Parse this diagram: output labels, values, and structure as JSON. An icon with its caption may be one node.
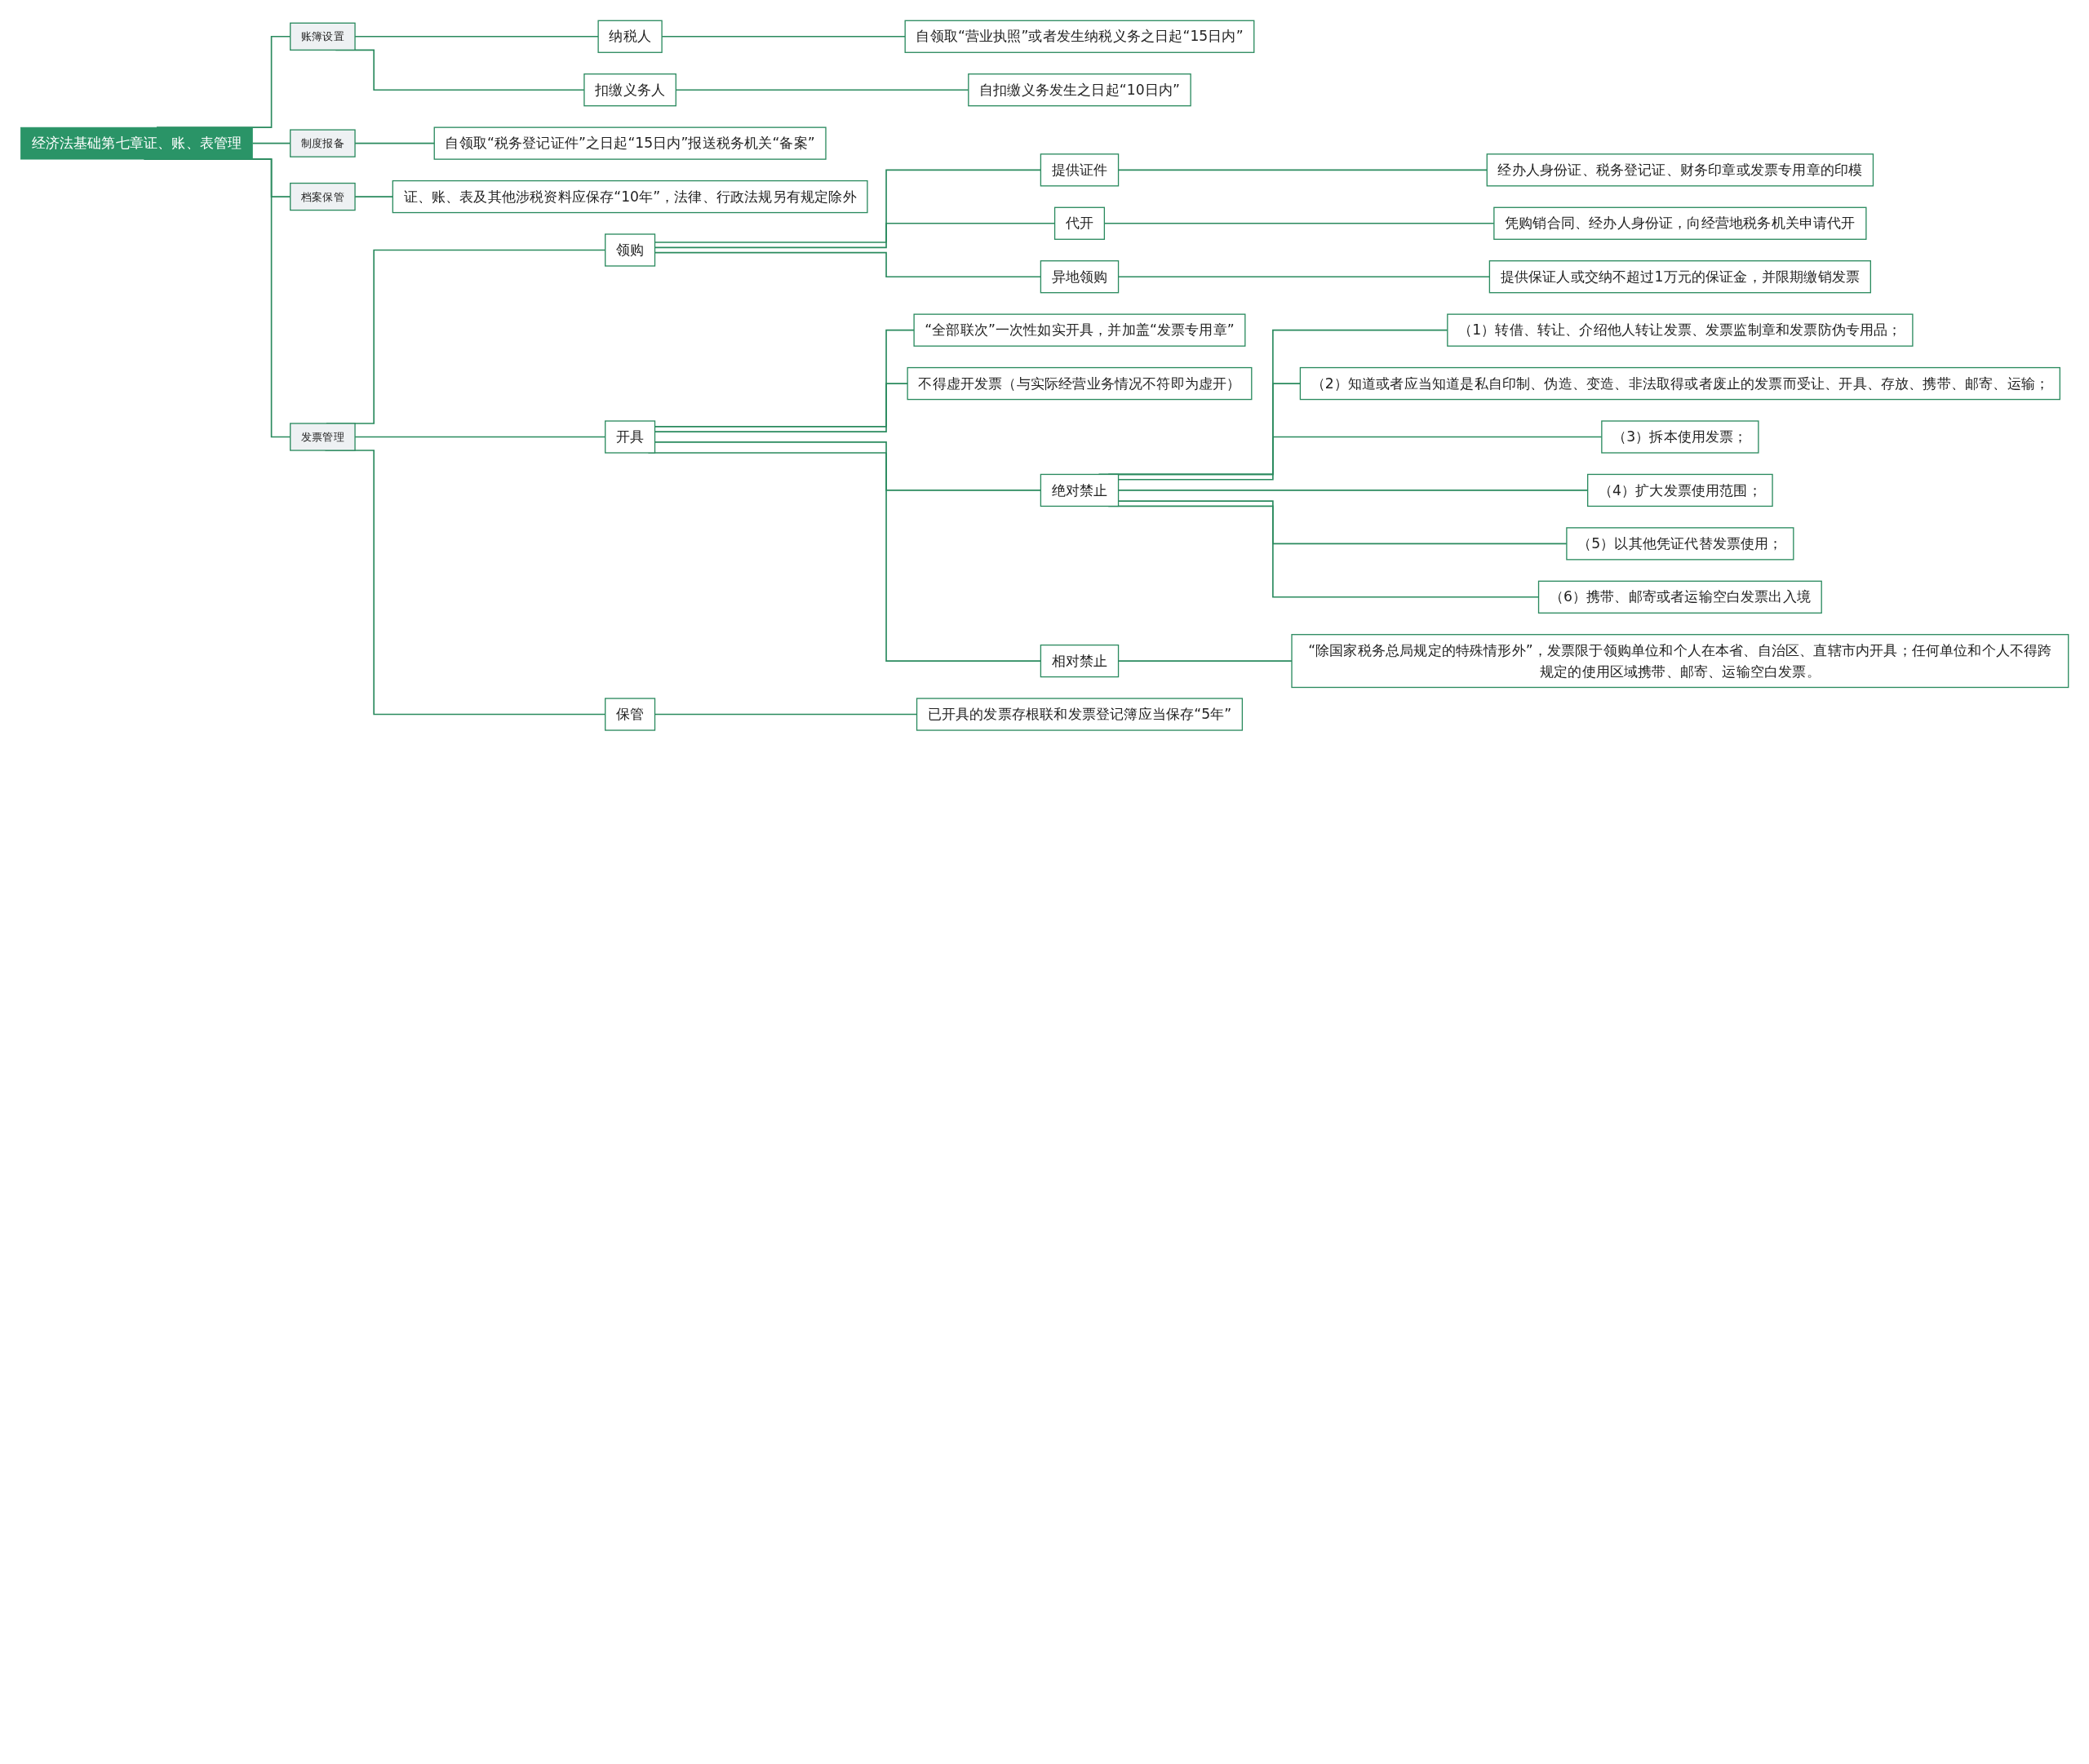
{
  "diagram": {
    "nodes": [
      {
        "text": [
          "经济法基础第七章证、账、表管理"
        ]
      },
      {
        "text": [
          "账簿设置"
        ]
      },
      {
        "text": [
          "纳税人"
        ]
      },
      {
        "text": [
          "自领取“营业执照”或者发生纳税义务之日起“15日内”"
        ]
      },
      {
        "text": [
          "扣缴义务人"
        ]
      },
      {
        "text": [
          "自扣缴义务发生之日起“10日内”"
        ]
      },
      {
        "text": [
          "制度报备"
        ]
      },
      {
        "text": [
          "自领取“税务登记证件”之日起“15日内”报送税务机关“备案”"
        ]
      },
      {
        "text": [
          "档案保管"
        ]
      },
      {
        "text": [
          "证、账、表及其他涉税资料应保存“10年”，法律、行政法规另有规定除外"
        ]
      },
      {
        "text": [
          "发票管理"
        ]
      },
      {
        "text": [
          "领购"
        ]
      },
      {
        "text": [
          "提供证件"
        ]
      },
      {
        "text": [
          "经办人身份证、税务登记证、财务印章或发票专用章的印模"
        ]
      },
      {
        "text": [
          "代开"
        ]
      },
      {
        "text": [
          "凭购销合同、经办人身份证，向经营地税务机关申请代开"
        ]
      },
      {
        "text": [
          "异地领购"
        ]
      },
      {
        "text": [
          "提供保证人或交纳不超过1万元的保证金，并限期缴销发票"
        ]
      },
      {
        "text": [
          "开具"
        ]
      },
      {
        "text": [
          "“全部联次”一次性如实开具，并加盖“发票专用章”"
        ]
      },
      {
        "text": [
          "不得虚开发票（与实际经营业务情况不符即为虚开）"
        ]
      },
      {
        "text": [
          "绝对禁止"
        ]
      },
      {
        "text": [
          "（1）转借、转让、介绍他人转让发票、发票监制章和发票防伪专用品；"
        ]
      },
      {
        "text": [
          "（2）知道或者应当知道是私自印制、伪造、变造、非法取得或者废止的发票而受让、开具、存放、携带、邮寄、运输；"
        ]
      },
      {
        "text": [
          "（3）拆本使用发票；"
        ]
      },
      {
        "text": [
          "（4）扩大发票使用范围；"
        ]
      },
      {
        "text": [
          "（5）以其他凭证代替发票使用；"
        ]
      },
      {
        "text": [
          "（6）携带、邮寄或者运输空白发票出入境"
        ]
      },
      {
        "text": [
          "相对禁止"
        ]
      },
      {
        "text": [
          "“除国家税务总局规定的特殊情形外”，发票限于领购单位和个人在本省、自治区、直辖市内开具；任何单位和个人不得跨规定的使用区域携带、邮寄、运输空白发票。"
        ]
      },
      {
        "text": [
          "保管"
        ]
      },
      {
        "text": [
          "已开具的发票存根联和发票登记簿应当保存“5年”"
        ]
      }
    ],
    "edges": [
      {
        "from": 0,
        "to": 1,
        "arrow": "none"
      },
      {
        "from": 1,
        "to": 2,
        "arrow": "none"
      },
      {
        "from": 2,
        "to": 3,
        "arrow": "none"
      },
      {
        "from": 1,
        "to": 4,
        "arrow": "none"
      },
      {
        "from": 4,
        "to": 5,
        "arrow": "none"
      },
      {
        "from": 0,
        "to": 6,
        "arrow": "none"
      },
      {
        "from": 6,
        "to": 7,
        "arrow": "none"
      },
      {
        "from": 0,
        "to": 8,
        "arrow": "none"
      },
      {
        "from": 8,
        "to": 9,
        "arrow": "none"
      },
      {
        "from": 0,
        "to": 10,
        "arrow": "none"
      },
      {
        "from": 10,
        "to": 11,
        "arrow": "none"
      },
      {
        "from": 11,
        "to": 12,
        "arrow": "none"
      },
      {
        "from": 12,
        "to": 13,
        "arrow": "none"
      },
      {
        "from": 11,
        "to": 14,
        "arrow": "none"
      },
      {
        "from": 14,
        "to": 15,
        "arrow": "none"
      },
      {
        "from": 11,
        "to": 16,
        "arrow": "none"
      },
      {
        "from": 16,
        "to": 17,
        "arrow": "none"
      },
      {
        "from": 10,
        "to": 18,
        "arrow": "none"
      },
      {
        "from": 18,
        "to": 19,
        "arrow": "none"
      },
      {
        "from": 18,
        "to": 20,
        "arrow": "none"
      },
      {
        "from": 18,
        "to": 21,
        "arrow": "none"
      },
      {
        "from": 21,
        "to": 22,
        "arrow": "none"
      },
      {
        "from": 21,
        "to": 23,
        "arrow": "none"
      },
      {
        "from": 21,
        "to": 24,
        "arrow": "none"
      },
      {
        "from": 21,
        "to": 25,
        "arrow": "none"
      },
      {
        "from": 21,
        "to": 26,
        "arrow": "none"
      },
      {
        "from": 21,
        "to": 27,
        "arrow": "none"
      },
      {
        "from": 18,
        "to": 28,
        "arrow": "none"
      },
      {
        "from": 28,
        "to": 29,
        "arrow": "none"
      },
      {
        "from": 10,
        "to": 30,
        "arrow": "none"
      },
      {
        "from": 30,
        "to": 31,
        "arrow": "none"
      }
    ]
  }
}
